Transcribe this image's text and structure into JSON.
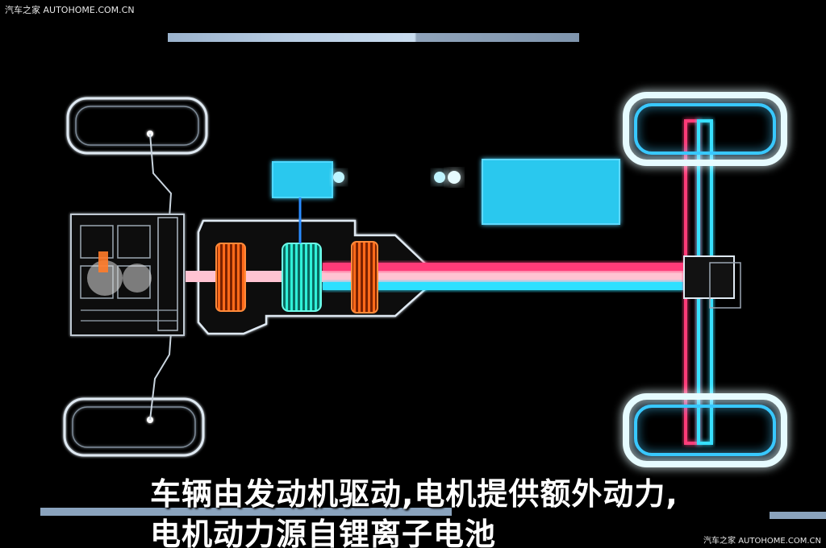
{
  "watermark": {
    "top": "汽车之家 AUTOHOME.COM.CN",
    "bottom": "汽车之家 AUTOHOME.COM.CN"
  },
  "subtitle": {
    "line1": "车辆由发动机驱动,电机提供额外动力,",
    "line2": "电机动力源自锂离子电池"
  },
  "colors": {
    "background": "#000000",
    "electric_blue": "#2fd0f0",
    "power_red": "#ff3b78",
    "clutch_orange": "#ff6a1a",
    "motor_cyan": "#30f0d8",
    "battery_blue": "#29c8ee",
    "outline_white": "#e8f4ff"
  },
  "icons": {
    "engine": "engine-block-icon",
    "wheel": "wheel-icon",
    "motor": "electric-motor-icon",
    "clutch": "clutch-icon",
    "inverter": "inverter-icon",
    "battery": "lithium-ion-battery-icon"
  }
}
